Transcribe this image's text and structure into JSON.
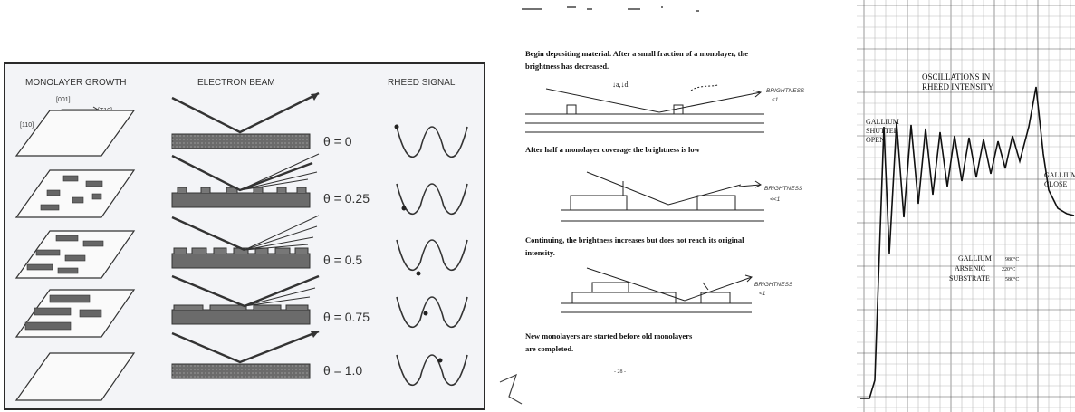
{
  "monolayer_figure": {
    "headers": {
      "growth": "MONOLAYER GROWTH",
      "beam": "ELECTRON BEAM",
      "signal": "RHEED SIGNAL"
    },
    "axis_labels": {
      "a": "[001]",
      "b": "[T10]",
      "c": "[110]"
    },
    "theta_rows": [
      "θ = 0",
      "θ = 0.25",
      "θ = 0.5",
      "θ = 0.75",
      "θ = 1.0"
    ],
    "colors": {
      "background": "#f3f4f7",
      "border": "#2a2a2a",
      "ink": "#2f2f2f"
    }
  },
  "notes_page": {
    "paragraph_1": "Begin depositing material. After a small fraction of a monolayer, the brightness has decreased.",
    "paragraph_2": "After half a monolayer coverage the brightness is low",
    "paragraph_3": "Continuing, the brightness increases but does not reach its original intensity.",
    "paragraph_4": "New monolayers are started before old monolayers are completed.",
    "handwritten_labels": [
      "BRIGHTNESS <1",
      "BRIGHTNESS <<1",
      "BRIGHTNESS <1"
    ],
    "page_number": "- 28 -"
  },
  "rheed_plot": {
    "title": "OSCILLATIONS IN RHEED INTENSITY",
    "shutter_open": "GALLIUM SHUTTER OPEN",
    "shutter_close": "GALLIUM CLOSE",
    "temps": [
      {
        "name": "GALLIUM",
        "value": "980°C"
      },
      {
        "name": "ARSENIC",
        "value": "220°C"
      },
      {
        "name": "SUBSTRATE",
        "value": "580°C"
      }
    ]
  }
}
